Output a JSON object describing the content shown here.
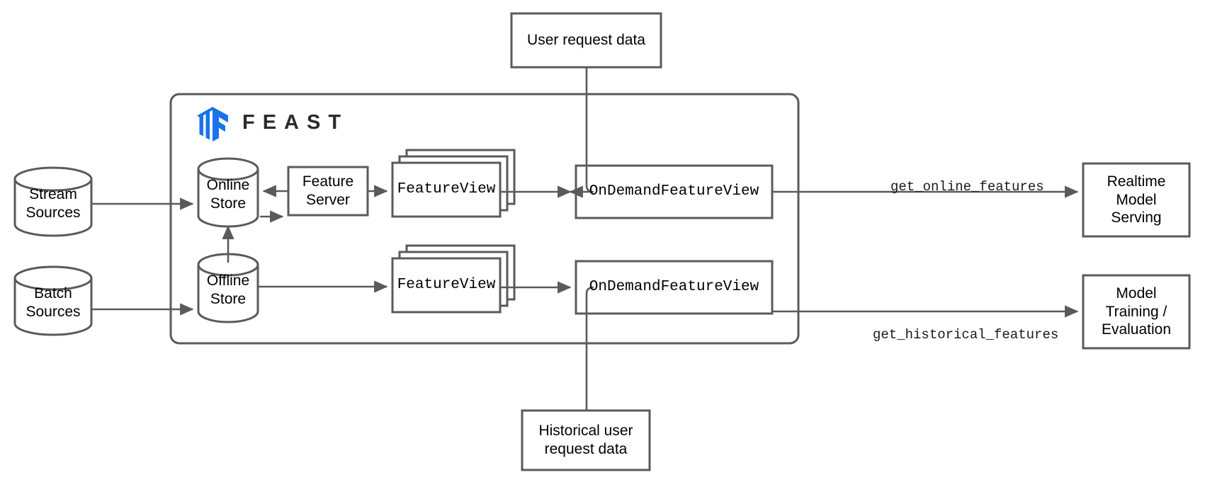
{
  "diagram": {
    "title": "Feast feature store architecture",
    "colors": {
      "stroke": "#5a5a5a",
      "text": "#000000",
      "brand_blue": "#1a73e8",
      "background": "#ffffff"
    },
    "brand": {
      "name": "FEAST",
      "logo_icon": "feast-logo-icon"
    },
    "sources": [
      {
        "id": "stream-sources",
        "label": "Stream\nSources",
        "shape": "cylinder"
      },
      {
        "id": "batch-sources",
        "label": "Batch\nSources",
        "shape": "cylinder"
      }
    ],
    "stores": [
      {
        "id": "online-store",
        "label": "Online\nStore",
        "shape": "cylinder"
      },
      {
        "id": "offline-store",
        "label": "Offline\nStore",
        "shape": "cylinder"
      }
    ],
    "services": [
      {
        "id": "feature-server",
        "label": "Feature\nServer",
        "shape": "rect"
      }
    ],
    "feature_views": [
      {
        "id": "feature-view-online",
        "label": "FeatureView",
        "shape": "stacked-rect"
      },
      {
        "id": "feature-view-offline",
        "label": "FeatureView",
        "shape": "stacked-rect"
      }
    ],
    "on_demand_views": [
      {
        "id": "on-demand-feature-view-online",
        "label": "OnDemandFeatureView",
        "shape": "rect"
      },
      {
        "id": "on-demand-feature-view-offline",
        "label": "OnDemandFeatureView",
        "shape": "rect"
      }
    ],
    "request_inputs": [
      {
        "id": "user-request-data",
        "label": "User request data",
        "shape": "rect"
      },
      {
        "id": "historical-user-request-data",
        "label": "Historical user\nrequest data",
        "shape": "rect"
      }
    ],
    "consumers": [
      {
        "id": "realtime-model-serving",
        "label": "Realtime\nModel\nServing",
        "shape": "rect"
      },
      {
        "id": "model-training-evaluation",
        "label": "Model\nTraining /\nEvaluation",
        "shape": "rect"
      }
    ],
    "edge_labels": [
      {
        "id": "get-online-features",
        "label": "get_online_features"
      },
      {
        "id": "get_historical_features",
        "label": "get_historical_features"
      }
    ]
  }
}
